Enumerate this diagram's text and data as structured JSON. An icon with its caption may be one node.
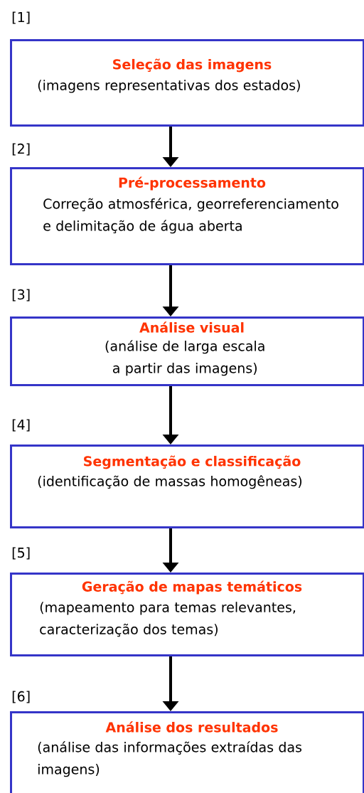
{
  "diagram": {
    "nodes": [
      {
        "text": [
          "Seleção das imagens",
          "(imagens representativas dos estados)"
        ]
      },
      {
        "text": [
          "Pré-processamento",
          "Correção atmosférica, georreferenciamento e delimitação de água aberta"
        ]
      },
      {
        "text": [
          "Análise visual",
          "(análise de larga escala a partir das imagens)"
        ]
      },
      {
        "text": [
          "Segmentação e classificação",
          "(identificação de massas homogêneas)"
        ]
      },
      {
        "text": [
          "Geração de mapas temáticos",
          "(mapeamento para temas relevantes, caracterização dos temas)"
        ]
      },
      {
        "text": [
          "Análise dos resultados",
          "(análise das informações extraídas das imagens)"
        ]
      }
    ],
    "edges": [
      {
        "from": 0,
        "to": 1,
        "arrow": "to"
      },
      {
        "from": 1,
        "to": 2,
        "arrow": "to"
      },
      {
        "from": 2,
        "to": 3,
        "arrow": "to"
      },
      {
        "from": 3,
        "to": 4,
        "arrow": "to"
      },
      {
        "from": 4,
        "to": 5,
        "arrow": "to"
      }
    ],
    "labels": [
      "[1]",
      "[2]",
      "[3]",
      "[4]",
      "[5]",
      "[6]"
    ]
  }
}
